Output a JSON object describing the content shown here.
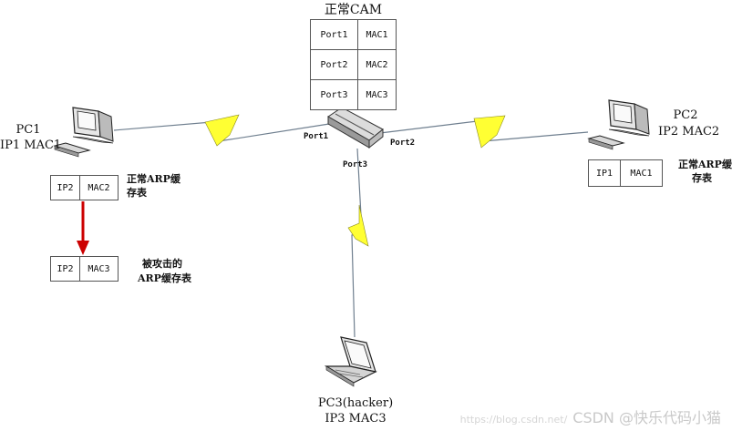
{
  "cam": {
    "title": "正常CAM",
    "rows": [
      [
        "Port1",
        "MAC1"
      ],
      [
        "Port2",
        "MAC2"
      ],
      [
        "Port3",
        "MAC3"
      ]
    ]
  },
  "switch_ports": {
    "port1": "Port1",
    "port2": "Port2",
    "port3": "Port3"
  },
  "pc1": {
    "name": "PC1",
    "addr": "IP1 MAC1",
    "arp_normal": {
      "ip": "IP2",
      "mac": "MAC2",
      "label_line1": "正常ARP缓",
      "label_line2": "存表"
    },
    "arp_attacked": {
      "ip": "IP2",
      "mac": "MAC3",
      "label_line1": "被攻击的",
      "label_line2": "ARP缓存表"
    }
  },
  "pc2": {
    "name": "PC2",
    "addr": "IP2 MAC2",
    "arp_normal": {
      "ip": "IP1",
      "mac": "MAC1",
      "label_line1": "正常ARP缓",
      "label_line2": "存表"
    }
  },
  "pc3": {
    "name": "PC3(hacker)",
    "addr": "IP3 MAC3"
  },
  "watermark": {
    "url": "https://blog.csdn.net/",
    "text": "CSDN @快乐代码小猫"
  },
  "colors": {
    "link_fill": "#ffff33",
    "link_stroke": "#6f7f8f",
    "arrow": "#cc0000"
  }
}
